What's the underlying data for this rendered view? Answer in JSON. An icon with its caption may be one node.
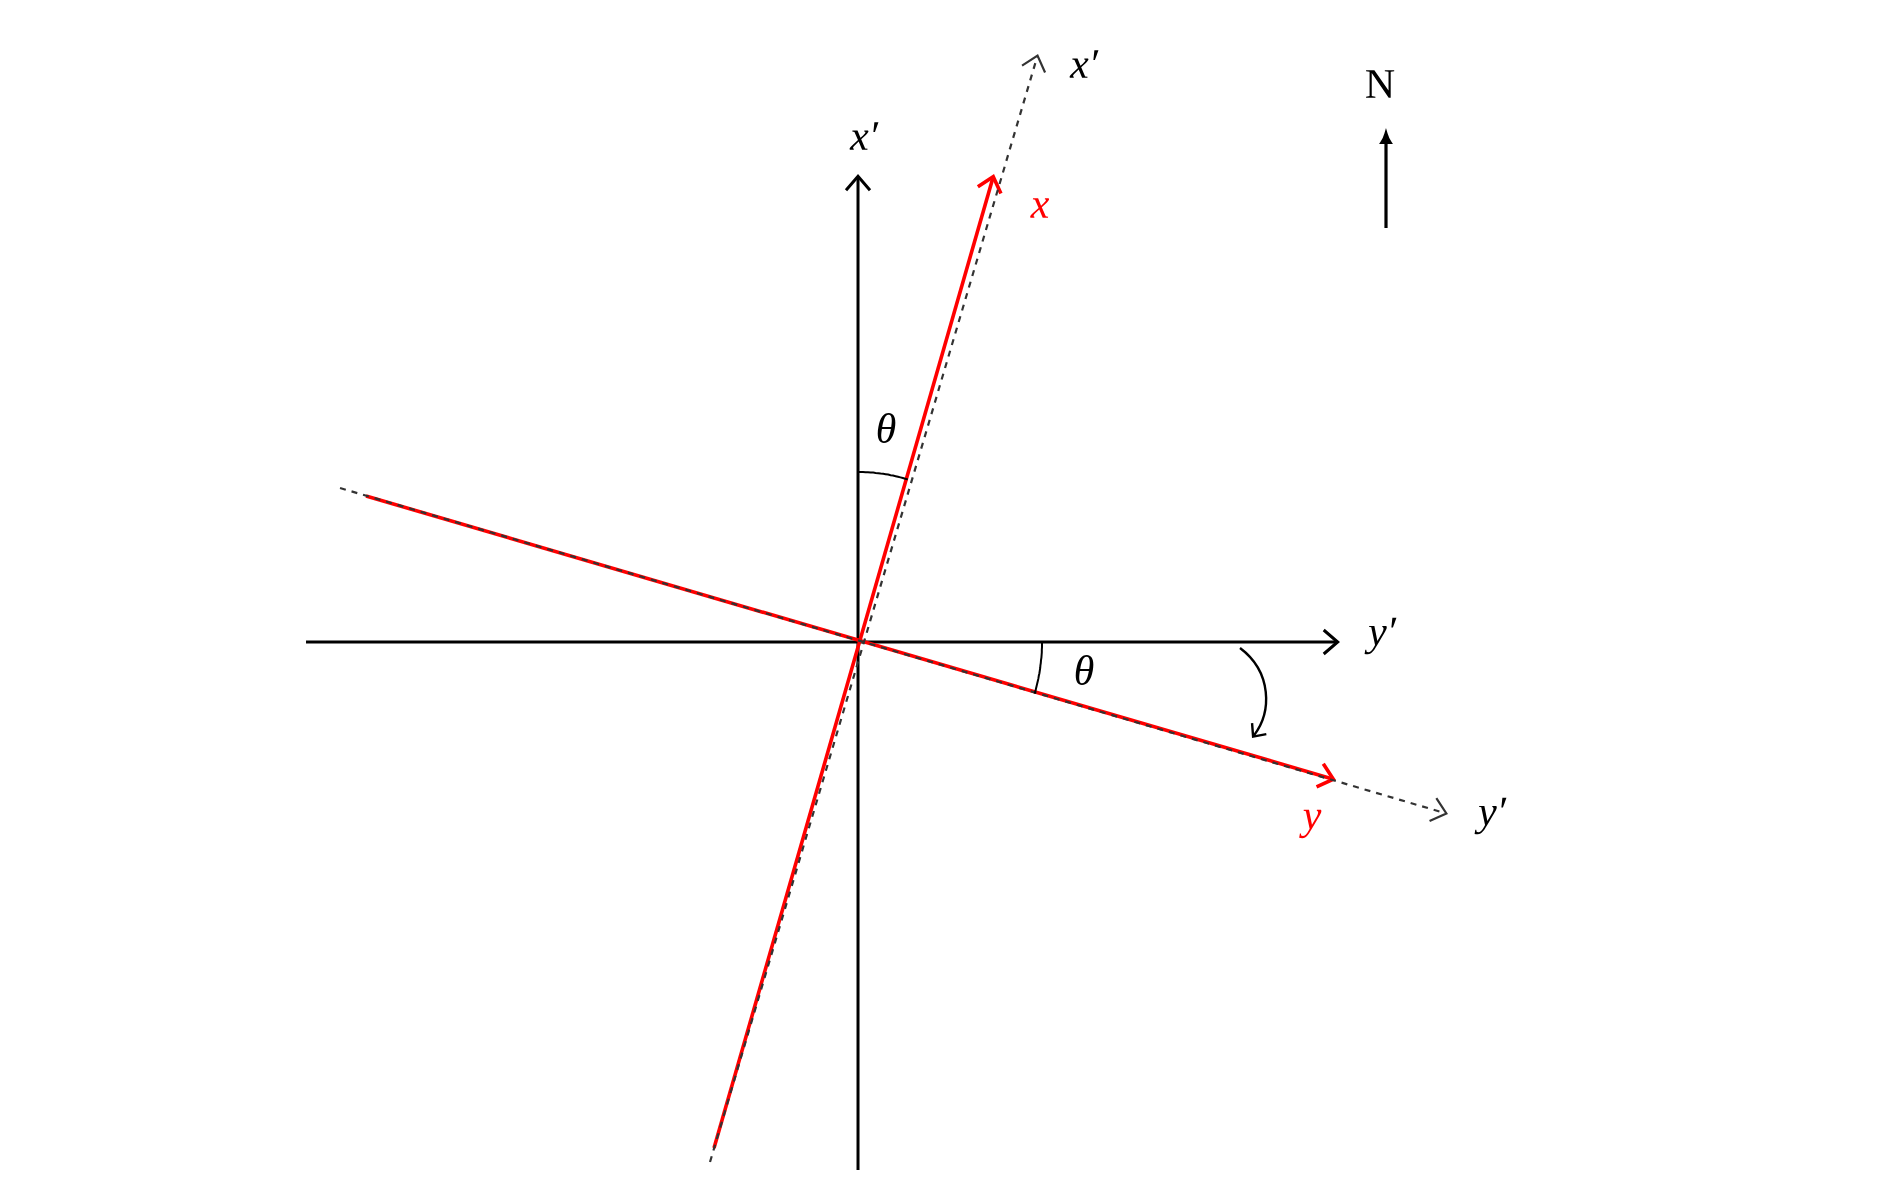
{
  "diagram": {
    "labels": [
      "x′",
      "N",
      "x′",
      "x",
      "θ",
      "y′",
      "θ",
      "y′",
      "y"
    ]
  }
}
